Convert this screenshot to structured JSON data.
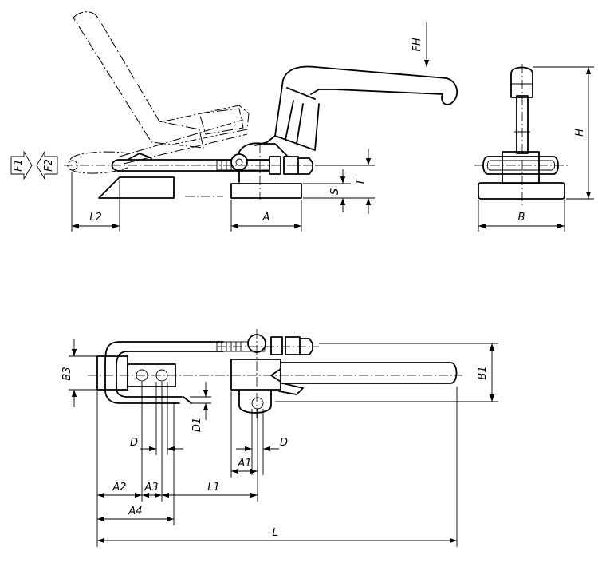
{
  "labels": {
    "FH": "FH",
    "F1": "F1",
    "F2": "F2",
    "L2": "L2",
    "A": "A",
    "S": "S",
    "T": "T",
    "H": "H",
    "B": "B",
    "B3": "B3",
    "B1": "B1",
    "D1": "D1",
    "D_left": "D",
    "D_right": "D",
    "A1": "A1",
    "A2": "A2",
    "A3": "A3",
    "L1": "L1",
    "A4": "A4",
    "L": "L"
  }
}
